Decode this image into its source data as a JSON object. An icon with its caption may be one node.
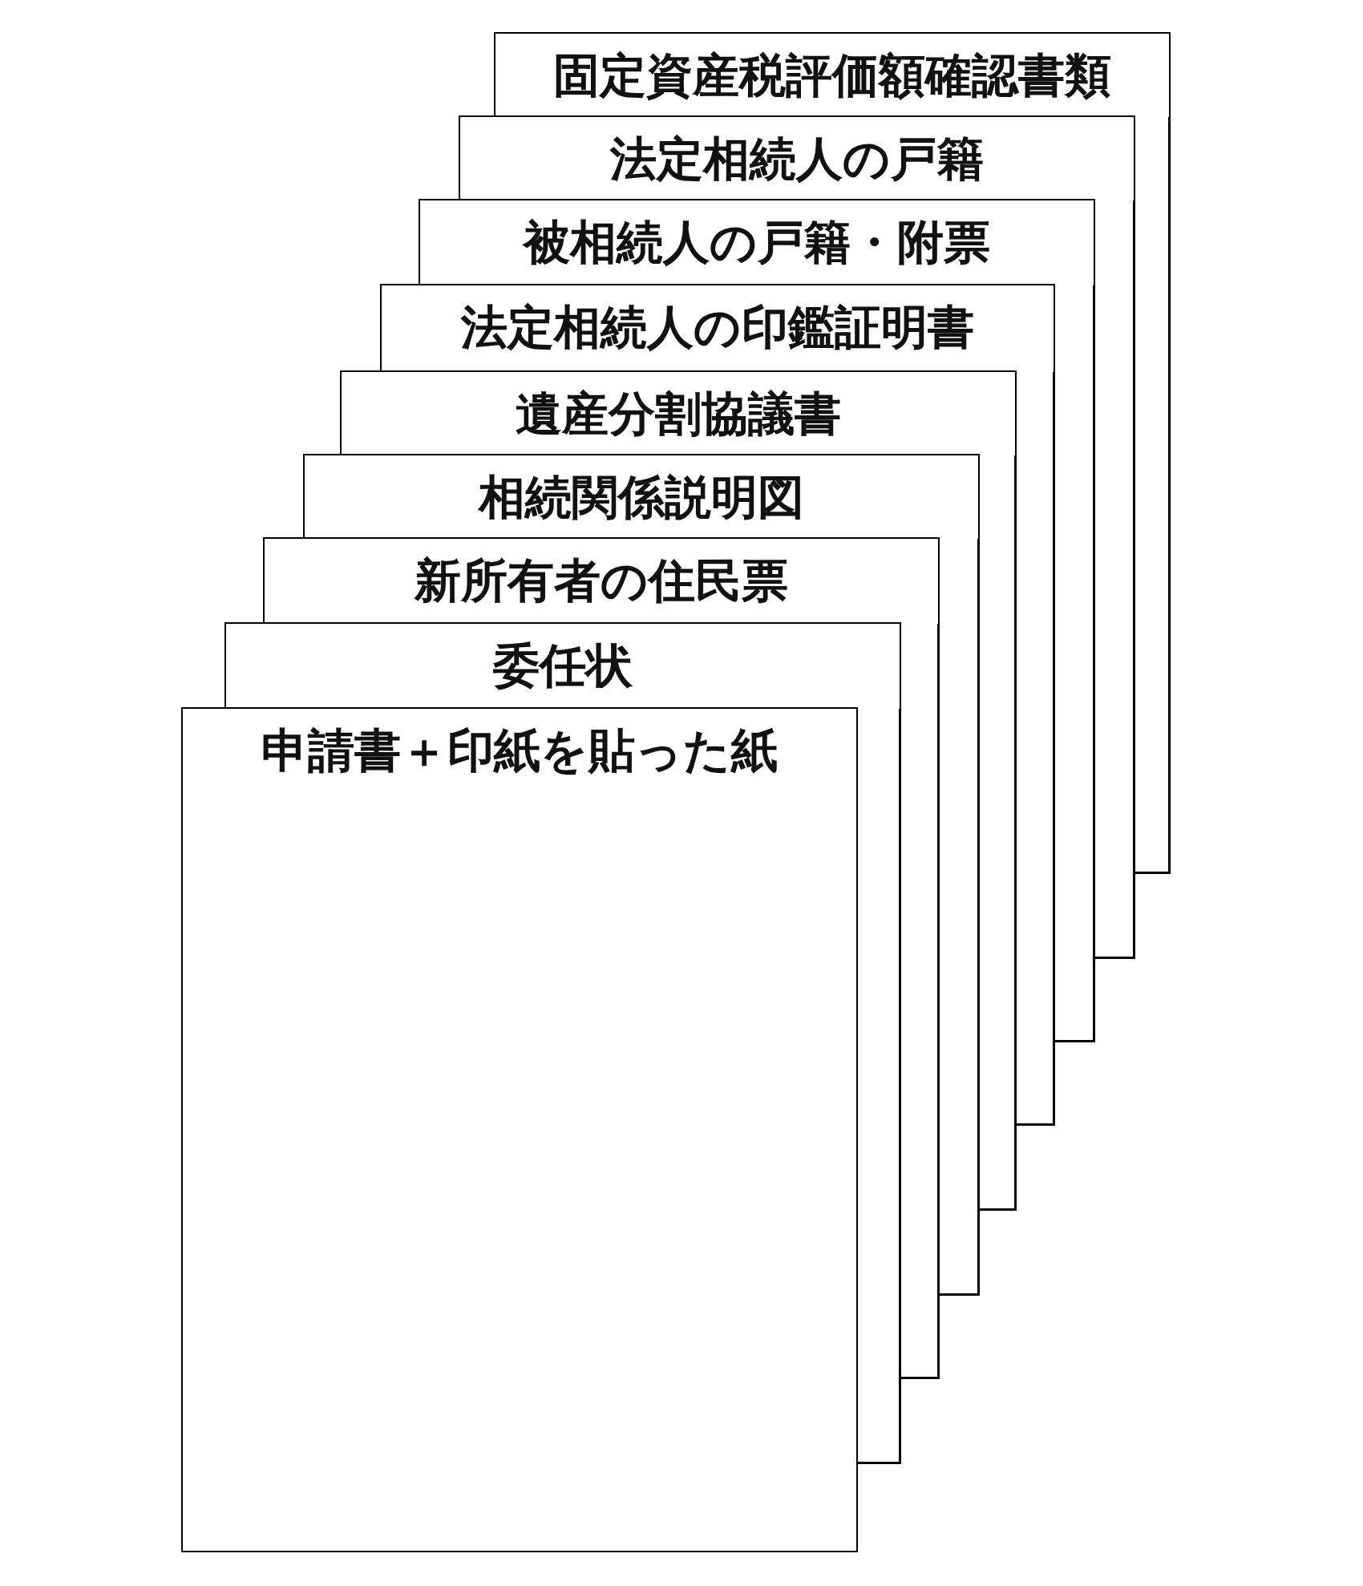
{
  "diagram": {
    "nodes": [
      {
        "text": [
          "固定資産税評価額確認書類"
        ]
      },
      {
        "text": [
          "法定相続人の戸籍"
        ]
      },
      {
        "text": [
          "被相続人の戸籍・附票"
        ]
      },
      {
        "text": [
          "法定相続人の印鑑証明書"
        ]
      },
      {
        "text": [
          "遺産分割協議書"
        ]
      },
      {
        "text": [
          "相続関係説明図"
        ]
      },
      {
        "text": [
          "新所有者の住民票"
        ]
      },
      {
        "text": [
          "委任状"
        ]
      },
      {
        "text": [
          "申請書＋印紙を貼った紙"
        ]
      }
    ]
  }
}
